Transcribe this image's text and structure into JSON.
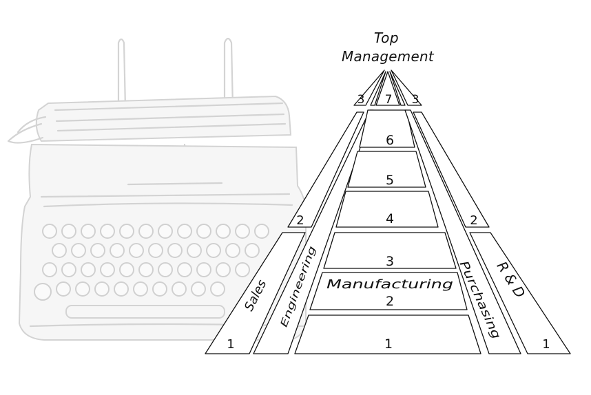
{
  "diagram": {
    "top_label_line1": "Top",
    "top_label_line2": "Management",
    "side_departments": {
      "sales": "Sales",
      "engineering": "Engineering",
      "purchasing": "Purchasing",
      "rnd": "R & D"
    },
    "center_department": "Manufacturing",
    "center_levels": [
      "1",
      "2",
      "3",
      "4",
      "5",
      "6",
      "7"
    ],
    "left_levels": [
      "1",
      "2",
      "3"
    ],
    "right_levels": [
      "1",
      "2",
      "3"
    ]
  },
  "background_illustration": {
    "icon": "typewriter-icon"
  }
}
